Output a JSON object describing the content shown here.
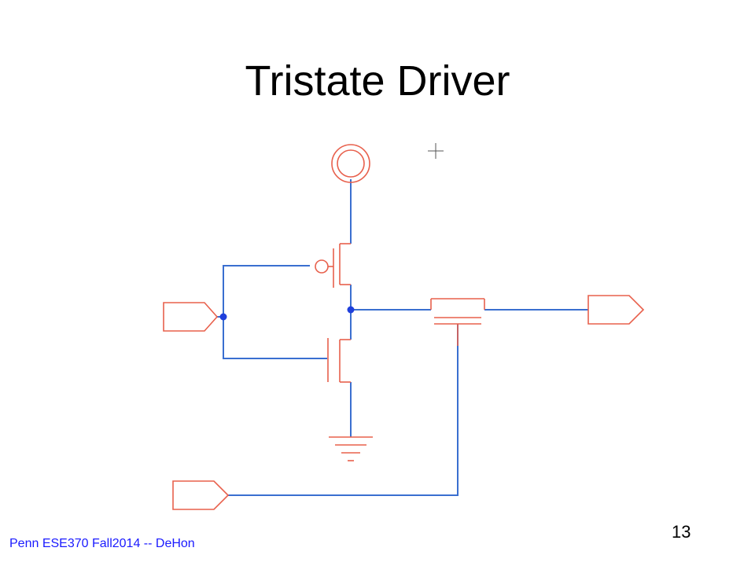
{
  "slide": {
    "title": "Tristate Driver",
    "footer": "Penn ESE370 Fall2014 -- DeHon",
    "page_number": "13"
  },
  "colors": {
    "wire": "#3a6fd0",
    "component": "#e8604c",
    "node": "#1f3fdc",
    "footer_text": "#1a1aff"
  }
}
